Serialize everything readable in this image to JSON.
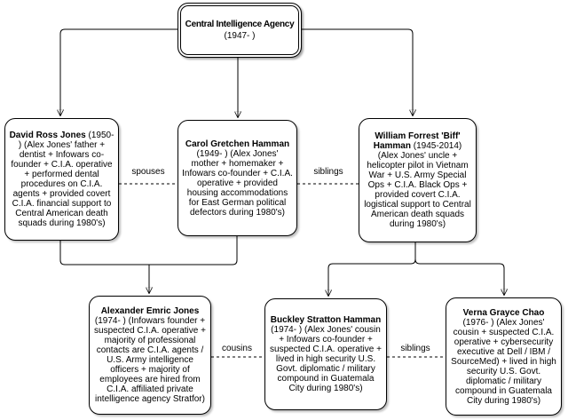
{
  "nodes": {
    "cia": {
      "name": "Central Intelligence Agency",
      "desc": "(1947- )"
    },
    "david": {
      "name": "David Ross Jones",
      "desc": "(1950- ) (Alex Jones' father + dentist + Infowars co-founder + C.I.A. operative + performed dental procedures on C.I.A. agents + provided covert C.I.A. financial support to Central American death squads during 1980's)"
    },
    "carol": {
      "name": "Carol Gretchen Hamman",
      "desc": "(1949- ) (Alex Jones' mother + homemaker + Infowars co-founder + C.I.A. operative + provided housing accommodations for East German political defectors during 1980's)"
    },
    "william": {
      "name": "William Forrest 'Biff' Hamman",
      "desc": "(1945-2014) (Alex Jones' uncle + helicopter pilot in Vietnam War + U.S. Army Special Ops + C.I.A. Black Ops + provided covert C.I.A. logistical support to Central American death squads during 1980's)"
    },
    "alexander": {
      "name": "Alexander Emric Jones",
      "desc": "(1974- ) (Infowars founder + suspected C.I.A. operative + majority of professional contacts are C.I.A. agents / U.S. Army intelligence officers + majority of employees are hired from C.I.A. affiliated private intelligence agency Stratfor)"
    },
    "buckley": {
      "name": "Buckley Stratton Hamman",
      "desc": "(1974- ) (Alex Jones' cousin + Infowars co-founder + suspected C.I.A. operative + lived in high security U.S. Govt. diplomatic / military compound in Guatemala City during 1980's)"
    },
    "verna": {
      "name": "Verna Grayce Chao",
      "desc": "(1976- ) (Alex Jones' cousin + suspected C.I.A. operative + cybersecurity executive at Dell / IBM / SourceMed) + lived in high security U.S. Govt. diplomatic / military compound in Guatemala City during 1980's)"
    }
  },
  "edge_labels": {
    "spouses": "spouses",
    "siblings_top": "siblings",
    "cousins": "cousins",
    "siblings_bottom": "siblings"
  },
  "colors": {
    "line": "#000000",
    "node_border": "#000000",
    "node_fill": "#ffffff"
  }
}
